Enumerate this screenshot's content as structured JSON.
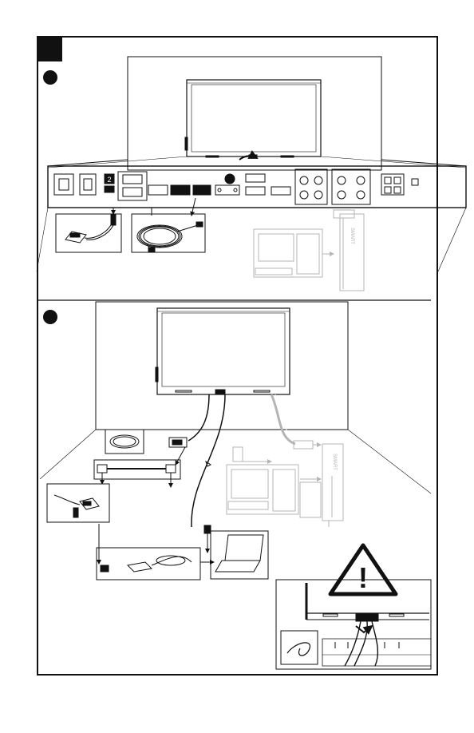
{
  "page": {
    "background": "#ffffff",
    "ink": "#111111",
    "faded": "#b5b5b5"
  },
  "panel_1": {
    "port_number": "2"
  },
  "panel_2": {
    "warning_symbol": "!",
    "display_brand": "SMART",
    "computer_brand": "SMART"
  },
  "icons": {
    "warning": "warning-triangle-icon",
    "usb": "usb-icon",
    "power": "power-icon"
  }
}
